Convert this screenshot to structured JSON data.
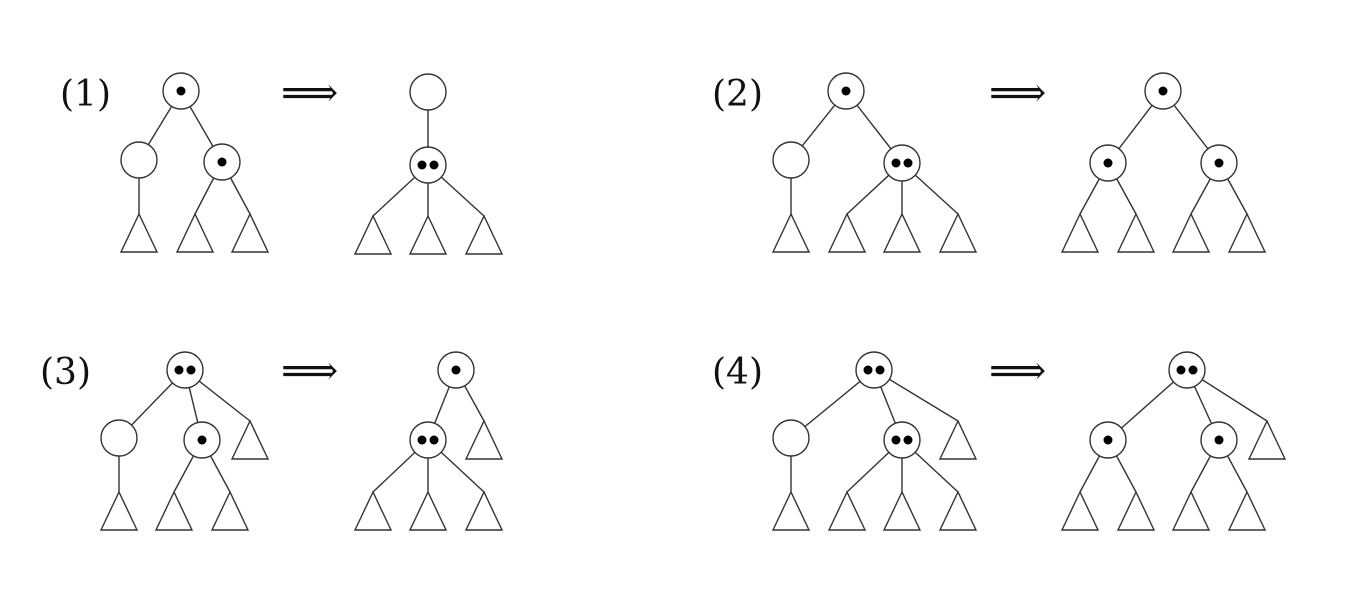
{
  "colors": {
    "ink": "#333333",
    "dot": "#000000",
    "background": "#ffffff"
  },
  "arrow": "⟹",
  "cases": [
    {
      "label": "(1)"
    },
    {
      "label": "(2)"
    },
    {
      "label": "(3)"
    },
    {
      "label": "(4)"
    }
  ]
}
